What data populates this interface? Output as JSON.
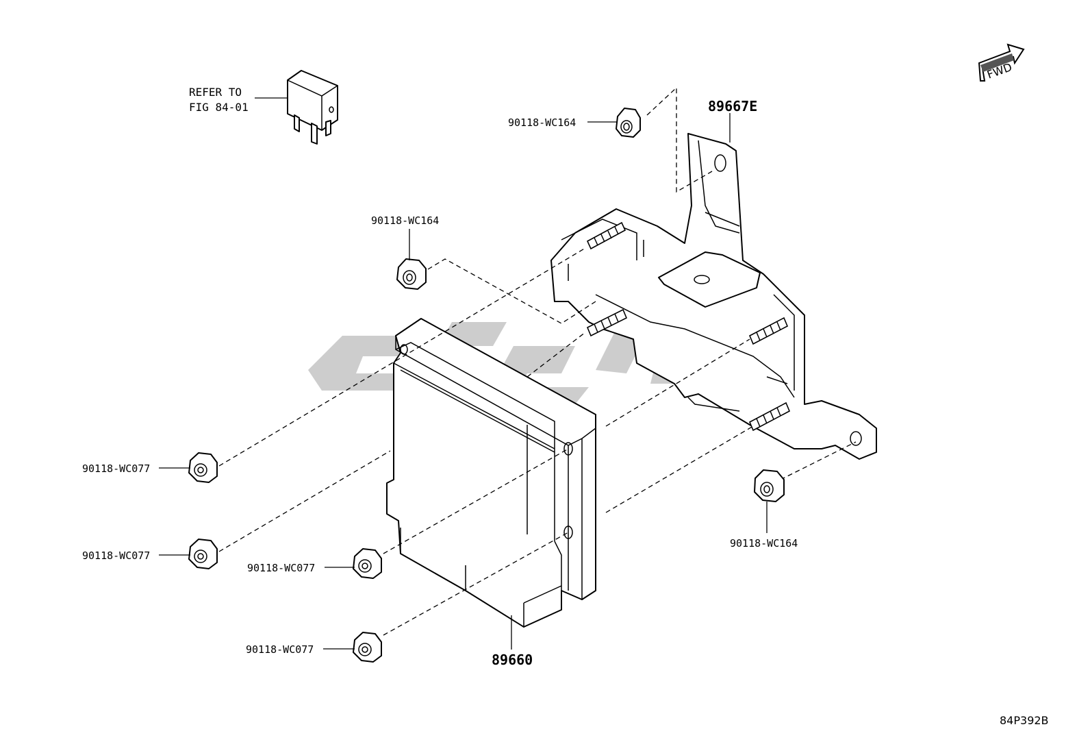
{
  "labels": {
    "refer_line1": "REFER TO",
    "refer_line2": "FIG 84-01",
    "bracket": "89667E",
    "ecu": "89660",
    "nut_top": "90118-WC164",
    "nut_mid": "90118-WC164",
    "nut_right": "90118-WC164",
    "nut_left1": "90118-WC077",
    "nut_left2": "90118-WC077",
    "nut_center": "90118-WC077",
    "nut_bottom": "90118-WC077",
    "fwd": "FWD",
    "diagram_code": "84P392B"
  },
  "colors": {
    "line": "#000000",
    "watermark": "#c8c8c8",
    "background": "#ffffff"
  }
}
